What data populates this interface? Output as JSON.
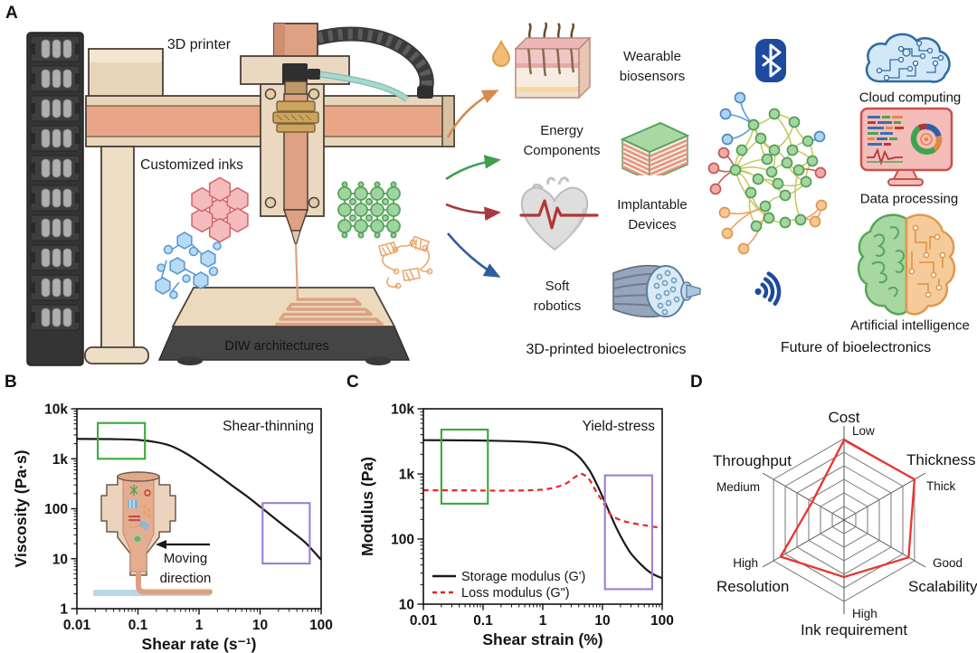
{
  "panel_labels": {
    "a": "A",
    "b": "B",
    "c": "C",
    "d": "D"
  },
  "panel_a": {
    "printer_title": "3D printer",
    "inks_label": "Customized inks",
    "bed_label": "DIW architectures",
    "applications": [
      {
        "line1": "Wearable",
        "line2": "biosensors",
        "icon": "skin-patch-icon",
        "arrow_color": "#d98a4d"
      },
      {
        "line1": "Energy",
        "line2": "Components",
        "icon": "layered-stack-icon",
        "arrow_color": "#3f9e4d"
      },
      {
        "line1": "Implantable",
        "line2": "Devices",
        "icon": "heart-ecg-icon",
        "arrow_color": "#a63a3e"
      },
      {
        "line1": "Soft",
        "line2": "robotics",
        "icon": "fiber-bundle-icon",
        "arrow_color": "#2e5e9e"
      }
    ],
    "center_caption": "3D-printed bioelectronics",
    "future_items": [
      {
        "label": "Cloud computing",
        "icon": "cloud-computing-icon"
      },
      {
        "label": "Data processing",
        "icon": "data-processing-icon"
      },
      {
        "label": "Artificial intelligence",
        "icon": "ai-brain-icon"
      }
    ],
    "connectivity_icons": [
      "bluetooth-icon",
      "wireless-signal-icon",
      "network-graph-icon"
    ],
    "right_caption": "Future of bioelectronics"
  },
  "chart_data": [
    {
      "panel": "B",
      "type": "line",
      "annotation": "Shear-thinning",
      "xlabel": "Shear rate (s⁻¹)",
      "ylabel": "Viscosity (Pa·s)",
      "xscale": "log",
      "yscale": "log",
      "xlim": [
        0.01,
        100
      ],
      "ylim": [
        1,
        10000
      ],
      "xticks": [
        [
          0.01,
          "0.01"
        ],
        [
          0.1,
          "0.1"
        ],
        [
          1,
          "1"
        ],
        [
          10,
          "10"
        ],
        [
          100,
          "100"
        ]
      ],
      "yticks": [
        [
          1,
          "1"
        ],
        [
          10,
          "10"
        ],
        [
          100,
          "100"
        ],
        [
          1000,
          "1k"
        ],
        [
          10000,
          "10k"
        ]
      ],
      "series": [
        {
          "name": "Viscosity",
          "color": "#1a1a1a",
          "style": "solid",
          "points": [
            [
              0.01,
              2500
            ],
            [
              0.02,
              2490
            ],
            [
              0.05,
              2460
            ],
            [
              0.1,
              2380
            ],
            [
              0.2,
              2150
            ],
            [
              0.35,
              1800
            ],
            [
              0.6,
              1300
            ],
            [
              1,
              870
            ],
            [
              2,
              480
            ],
            [
              3.5,
              290
            ],
            [
              6,
              180
            ],
            [
              10,
              110
            ],
            [
              18,
              62
            ],
            [
              30,
              38
            ],
            [
              55,
              21
            ],
            [
              100,
              9.5
            ]
          ]
        }
      ],
      "highlight_boxes": [
        {
          "color": "#3aa83a",
          "x": [
            0.022,
            0.13
          ],
          "y": [
            1000,
            5200
          ]
        },
        {
          "color": "#9b7fd4",
          "x": [
            11,
            65
          ],
          "y": [
            8,
            130
          ]
        }
      ],
      "inset_lines": [
        "Moving",
        "direction"
      ]
    },
    {
      "panel": "C",
      "type": "line",
      "annotation": "Yield-stress",
      "xlabel": "Shear strain (%)",
      "ylabel": "Modulus (Pa)",
      "xscale": "log",
      "yscale": "log",
      "xlim": [
        0.01,
        100
      ],
      "ylim": [
        10,
        10000
      ],
      "xticks": [
        [
          0.01,
          "0.01"
        ],
        [
          0.1,
          "0.1"
        ],
        [
          1,
          "1"
        ],
        [
          10,
          "10"
        ],
        [
          100,
          "100"
        ]
      ],
      "yticks": [
        [
          10,
          "10"
        ],
        [
          100,
          "100"
        ],
        [
          1000,
          "1k"
        ],
        [
          10000,
          "10k"
        ]
      ],
      "series": [
        {
          "name": "Storage modulus (G')",
          "color": "#1a1a1a",
          "style": "solid",
          "points": [
            [
              0.01,
              3300
            ],
            [
              0.05,
              3280
            ],
            [
              0.1,
              3250
            ],
            [
              0.3,
              3180
            ],
            [
              0.6,
              3100
            ],
            [
              1,
              3000
            ],
            [
              1.6,
              2820
            ],
            [
              2.5,
              2480
            ],
            [
              4,
              1850
            ],
            [
              6,
              1150
            ],
            [
              8,
              700
            ],
            [
              10,
              450
            ],
            [
              13,
              260
            ],
            [
              17,
              150
            ],
            [
              22,
              95
            ],
            [
              30,
              60
            ],
            [
              45,
              40
            ],
            [
              65,
              30
            ],
            [
              100,
              25
            ]
          ]
        },
        {
          "name": "Loss modulus (G\")",
          "color": "#e8262a",
          "style": "dashed",
          "points": [
            [
              0.01,
              560
            ],
            [
              0.05,
              560
            ],
            [
              0.1,
              555
            ],
            [
              0.3,
              555
            ],
            [
              0.6,
              560
            ],
            [
              1,
              575
            ],
            [
              1.6,
              620
            ],
            [
              2.5,
              720
            ],
            [
              3.5,
              900
            ],
            [
              4.5,
              1000
            ],
            [
              6,
              820
            ],
            [
              8,
              520
            ],
            [
              10,
              380
            ],
            [
              13,
              250
            ],
            [
              16,
              215
            ],
            [
              22,
              190
            ],
            [
              32,
              175
            ],
            [
              50,
              163
            ],
            [
              70,
              155
            ],
            [
              100,
              148
            ]
          ]
        }
      ],
      "legend": [
        {
          "label": "Storage modulus (G')",
          "color": "#1a1a1a",
          "style": "solid",
          "text_color": "#1a1a1a"
        },
        {
          "label": "Loss modulus (G\")",
          "color": "#e8262a",
          "style": "dashed",
          "text_color": "#e8262a"
        }
      ],
      "highlight_boxes": [
        {
          "color": "#3aa83a",
          "x": [
            0.02,
            0.12
          ],
          "y": [
            350,
            4800
          ]
        },
        {
          "color": "#9b7fd4",
          "x": [
            11,
            68
          ],
          "y": [
            17,
            950
          ]
        }
      ]
    },
    {
      "panel": "D",
      "type": "radar",
      "color": "#e8352e",
      "max": 6,
      "levels": 6,
      "axes": [
        {
          "label": "Cost",
          "tick": "Low",
          "value": 5.9
        },
        {
          "label": "Thickness",
          "tick": "Thick",
          "value": 6.0
        },
        {
          "label": "Scalability",
          "tick": "Good",
          "value": 5.5
        },
        {
          "label": "Ink requirement",
          "tick": "High",
          "value": 4.2
        },
        {
          "label": "Resolution",
          "tick": "High",
          "value": 5.4
        },
        {
          "label": "Throughput",
          "tick": "Medium",
          "value": 2.7
        }
      ]
    }
  ]
}
